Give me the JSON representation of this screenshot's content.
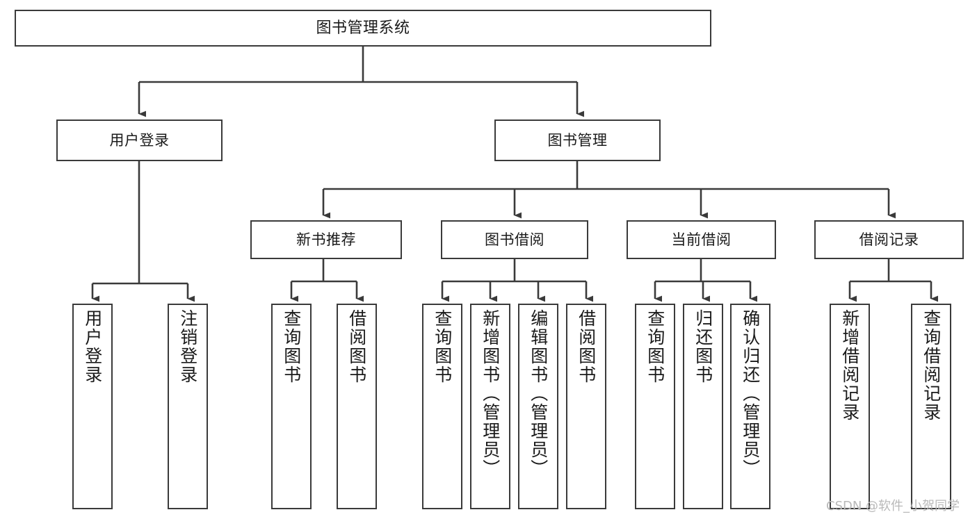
{
  "diagram": {
    "type": "tree",
    "title": "图书管理系统",
    "orientation": "top-down",
    "colors": {
      "box_border": "#3a3a3a",
      "box_fill": "#ffffff",
      "edge": "#3a3a3a",
      "text": "#1a1a1a",
      "watermark": "#b9b9b9",
      "background": "#ffffff"
    },
    "root": {
      "id": "root",
      "label": "图书管理系统"
    },
    "level1": [
      {
        "id": "n-user-login",
        "label": "用户登录"
      },
      {
        "id": "n-book-manage",
        "label": "图书管理"
      }
    ],
    "level2": [
      {
        "id": "n-new-book-rec",
        "label": "新书推荐",
        "parent": "n-book-manage"
      },
      {
        "id": "n-book-borrow",
        "label": "图书借阅",
        "parent": "n-book-manage"
      },
      {
        "id": "n-current-borrow",
        "label": "当前借阅",
        "parent": "n-book-manage"
      },
      {
        "id": "n-borrow-record",
        "label": "借阅记录",
        "parent": "n-book-manage"
      }
    ],
    "leaves": [
      {
        "id": "leaf-user-login",
        "label": "用户登录",
        "parent": "n-user-login"
      },
      {
        "id": "leaf-logout-login",
        "label": "注销登录",
        "parent": "n-user-login"
      },
      {
        "id": "leaf-query-book-1",
        "label": "查询图书",
        "parent": "n-new-book-rec"
      },
      {
        "id": "leaf-borrow-book-1",
        "label": "借阅图书",
        "parent": "n-new-book-rec"
      },
      {
        "id": "leaf-query-book-2",
        "label": "查询图书",
        "parent": "n-book-borrow"
      },
      {
        "id": "leaf-add-book",
        "label": "新增图书（管理员）",
        "parent": "n-book-borrow"
      },
      {
        "id": "leaf-edit-book",
        "label": "编辑图书（管理员）",
        "parent": "n-book-borrow"
      },
      {
        "id": "leaf-borrow-book-2",
        "label": "借阅图书",
        "parent": "n-book-borrow"
      },
      {
        "id": "leaf-query-book-3",
        "label": "查询图书",
        "parent": "n-current-borrow"
      },
      {
        "id": "leaf-return-book",
        "label": "归还图书",
        "parent": "n-current-borrow"
      },
      {
        "id": "leaf-confirm-return",
        "label": "确认归还（管理员）",
        "parent": "n-current-borrow"
      },
      {
        "id": "leaf-add-record",
        "label": "新增借阅记录",
        "parent": "n-borrow-record"
      },
      {
        "id": "leaf-query-record",
        "label": "查询借阅记录",
        "parent": "n-borrow-record"
      }
    ]
  },
  "watermark": {
    "text": "CSDN @软件_小贺同学"
  }
}
